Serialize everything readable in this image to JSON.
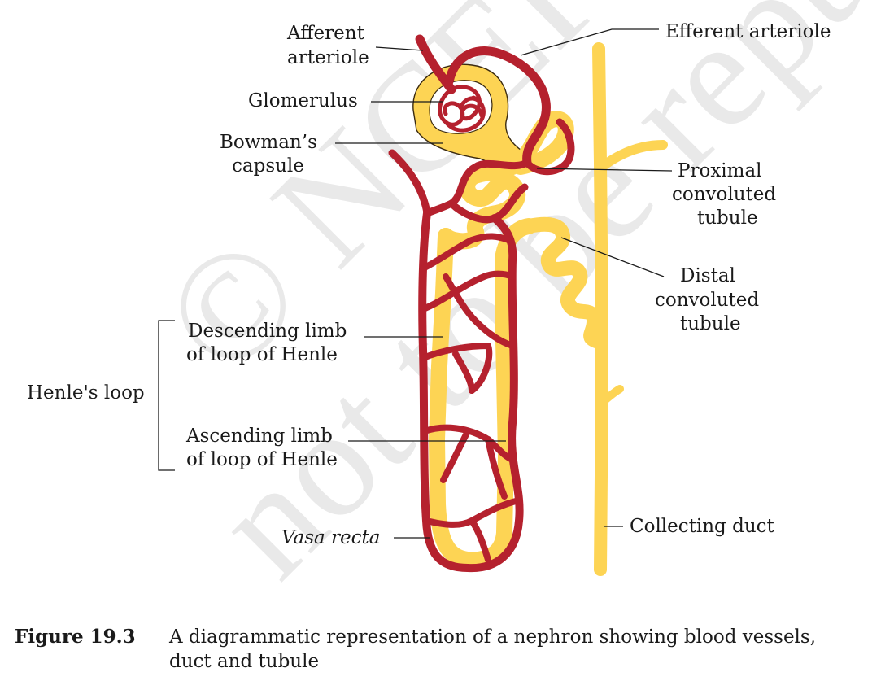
{
  "colors": {
    "tubule": "#FDD454",
    "tubule_outline": "#3a2a10",
    "vessel": "#B5212E",
    "vessel_outline": "#3a0a0a",
    "watermark": "#e9e9e9"
  },
  "watermark": {
    "line1": "© NCERT",
    "line2": "not to be republished"
  },
  "labels": {
    "afferent_line1": "Afferent",
    "afferent_line2": "arteriole",
    "efferent": "Efferent arteriole",
    "glomerulus": "Glomerulus",
    "bowman_line1": "Bowman’s",
    "bowman_line2": "capsule",
    "proximal_line1": "Proximal",
    "proximal_line2": "convoluted",
    "proximal_line3": "tubule",
    "distal_line1": "Distal",
    "distal_line2": "convoluted",
    "distal_line3": "tubule",
    "descending_line1": "Descending limb",
    "descending_line2": "of loop of Henle",
    "henles_loop": "Henle's loop",
    "ascending_line1": "Ascending limb",
    "ascending_line2": "of loop of Henle",
    "vasa_recta": "Vasa recta",
    "collecting_duct": "Collecting duct"
  },
  "caption": {
    "number": "Figure 19.3",
    "line1": "A diagrammatic representation of a nephron showing blood vessels,",
    "line2": "duct and tubule"
  }
}
